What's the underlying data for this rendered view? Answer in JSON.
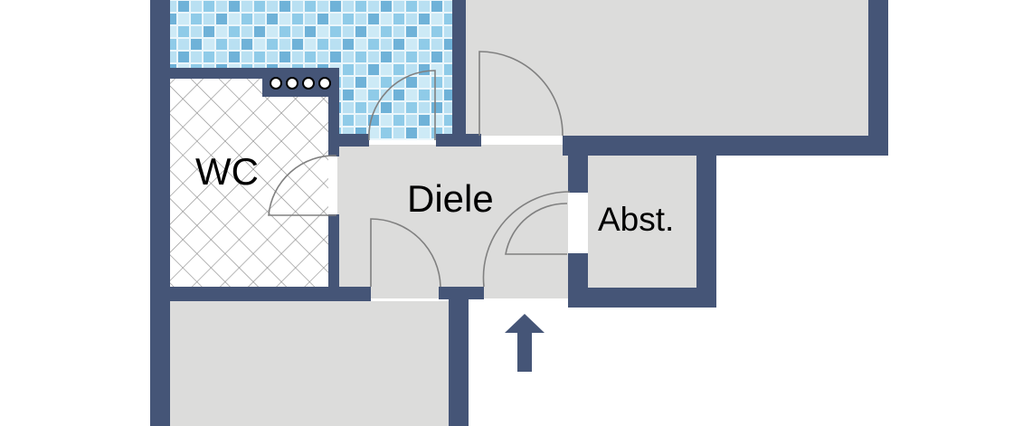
{
  "plan": {
    "colors": {
      "wall": "#455577",
      "floor": "#dcdcdb",
      "tile_light": "#b9e0f2",
      "tile_mid": "#8fcbe8",
      "tile_dark": "#6fb2d8",
      "door_line": "#808080",
      "background": "#ffffff"
    },
    "rooms": [
      {
        "id": "bad",
        "label": ""
      },
      {
        "id": "wc",
        "label": "WC"
      },
      {
        "id": "diele",
        "label": "Diele"
      },
      {
        "id": "abstellraum",
        "label": "Abst."
      },
      {
        "id": "zimmer-oben",
        "label": ""
      },
      {
        "id": "zimmer-unten",
        "label": ""
      }
    ],
    "entrance_arrow": "arrow-up-icon",
    "fixture": "ventilation-dots-icon"
  }
}
